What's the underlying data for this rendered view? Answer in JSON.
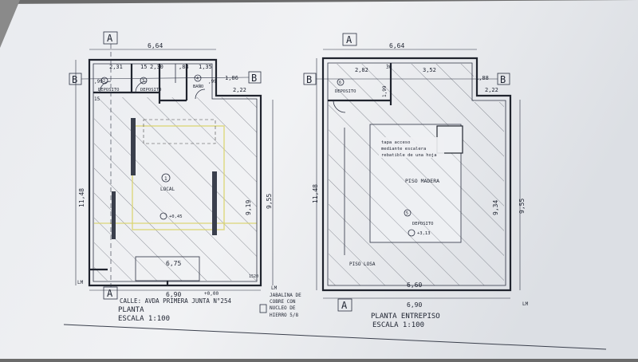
{
  "section_marks": {
    "a": "A",
    "b": "B"
  },
  "plan_left": {
    "dims": {
      "top_overall": "6,64",
      "room_1": "2,31",
      "wall_a": "15",
      "room_2": "2,30",
      "room_3": ",88",
      "room_4": "1,35",
      "depth_1": ",99",
      "depth_2": ",99",
      "depth_3": "1,86",
      "side_a": "15",
      "side_b": "2,22",
      "height_total": "11,48",
      "height_inner": "9,19",
      "height_outer": "9,55",
      "bottom_inner": "6,75",
      "bottom_outer": "6,90",
      "level_mark": "+0,00",
      "small_a": "15",
      "small_b": "20"
    },
    "rooms": {
      "n1": "1",
      "n2": "2",
      "n3": "3",
      "n4": "4",
      "local": "LOCAL",
      "deposito_1": "DEPOSITO",
      "deposito_2": "DEPOSITO",
      "bano": "BAÑO",
      "local_level": "+0,45"
    },
    "lm_left": "LM",
    "lm_right": "LM",
    "street": "CALLE: AVDA PRIMERA JUNTA N°254",
    "title": "PLANTA",
    "scale": "ESCALA 1:100",
    "note_lines": [
      "JABALINA DE",
      "COBRE CON",
      "NUCLEO DE",
      "HIERRO 5/8"
    ]
  },
  "plan_right": {
    "dims": {
      "top_overall": "6,64",
      "room_1": "2,82",
      "room_2": "3,52",
      "depth_1": "1,99",
      "depth_2": "1,88",
      "wall_a": "30",
      "side_b": "2,22",
      "height_total": "11,48",
      "height_inner": "9,34",
      "height_outer": "9,55",
      "bottom_inner": "6,60",
      "bottom_outer": "6,90",
      "level_mark": "+3,13"
    },
    "rooms": {
      "n6": "6",
      "n5": "5",
      "deposito_6": "DEPOSITO",
      "deposito_5": "DEPOSITO",
      "piso_madera": "PISO MADERA",
      "piso_losa": "PISO LOSA",
      "note": [
        "tapa acceso",
        "mediante escalera",
        "rebatible de una hoja"
      ]
    },
    "lm_right": "LM",
    "title": "PLANTA  ENTREPISO",
    "scale": "ESCALA 1:100"
  }
}
